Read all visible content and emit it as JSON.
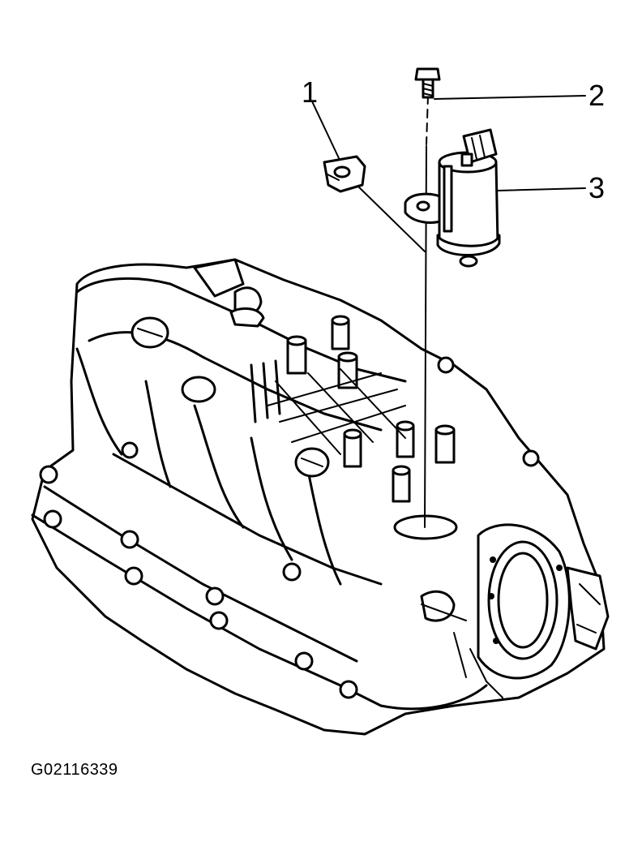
{
  "figure": {
    "id_label": "G02116339"
  },
  "callouts": [
    {
      "id": "1",
      "label": "1"
    },
    {
      "id": "2",
      "label": "2"
    },
    {
      "id": "3",
      "label": "3"
    }
  ],
  "parts": [
    {
      "callout": "1",
      "icon": "gasket-icon"
    },
    {
      "callout": "2",
      "icon": "bolt-icon"
    },
    {
      "callout": "3",
      "icon": "actuator-icon"
    }
  ],
  "colors": {
    "line": "#000000",
    "background": "#ffffff"
  }
}
